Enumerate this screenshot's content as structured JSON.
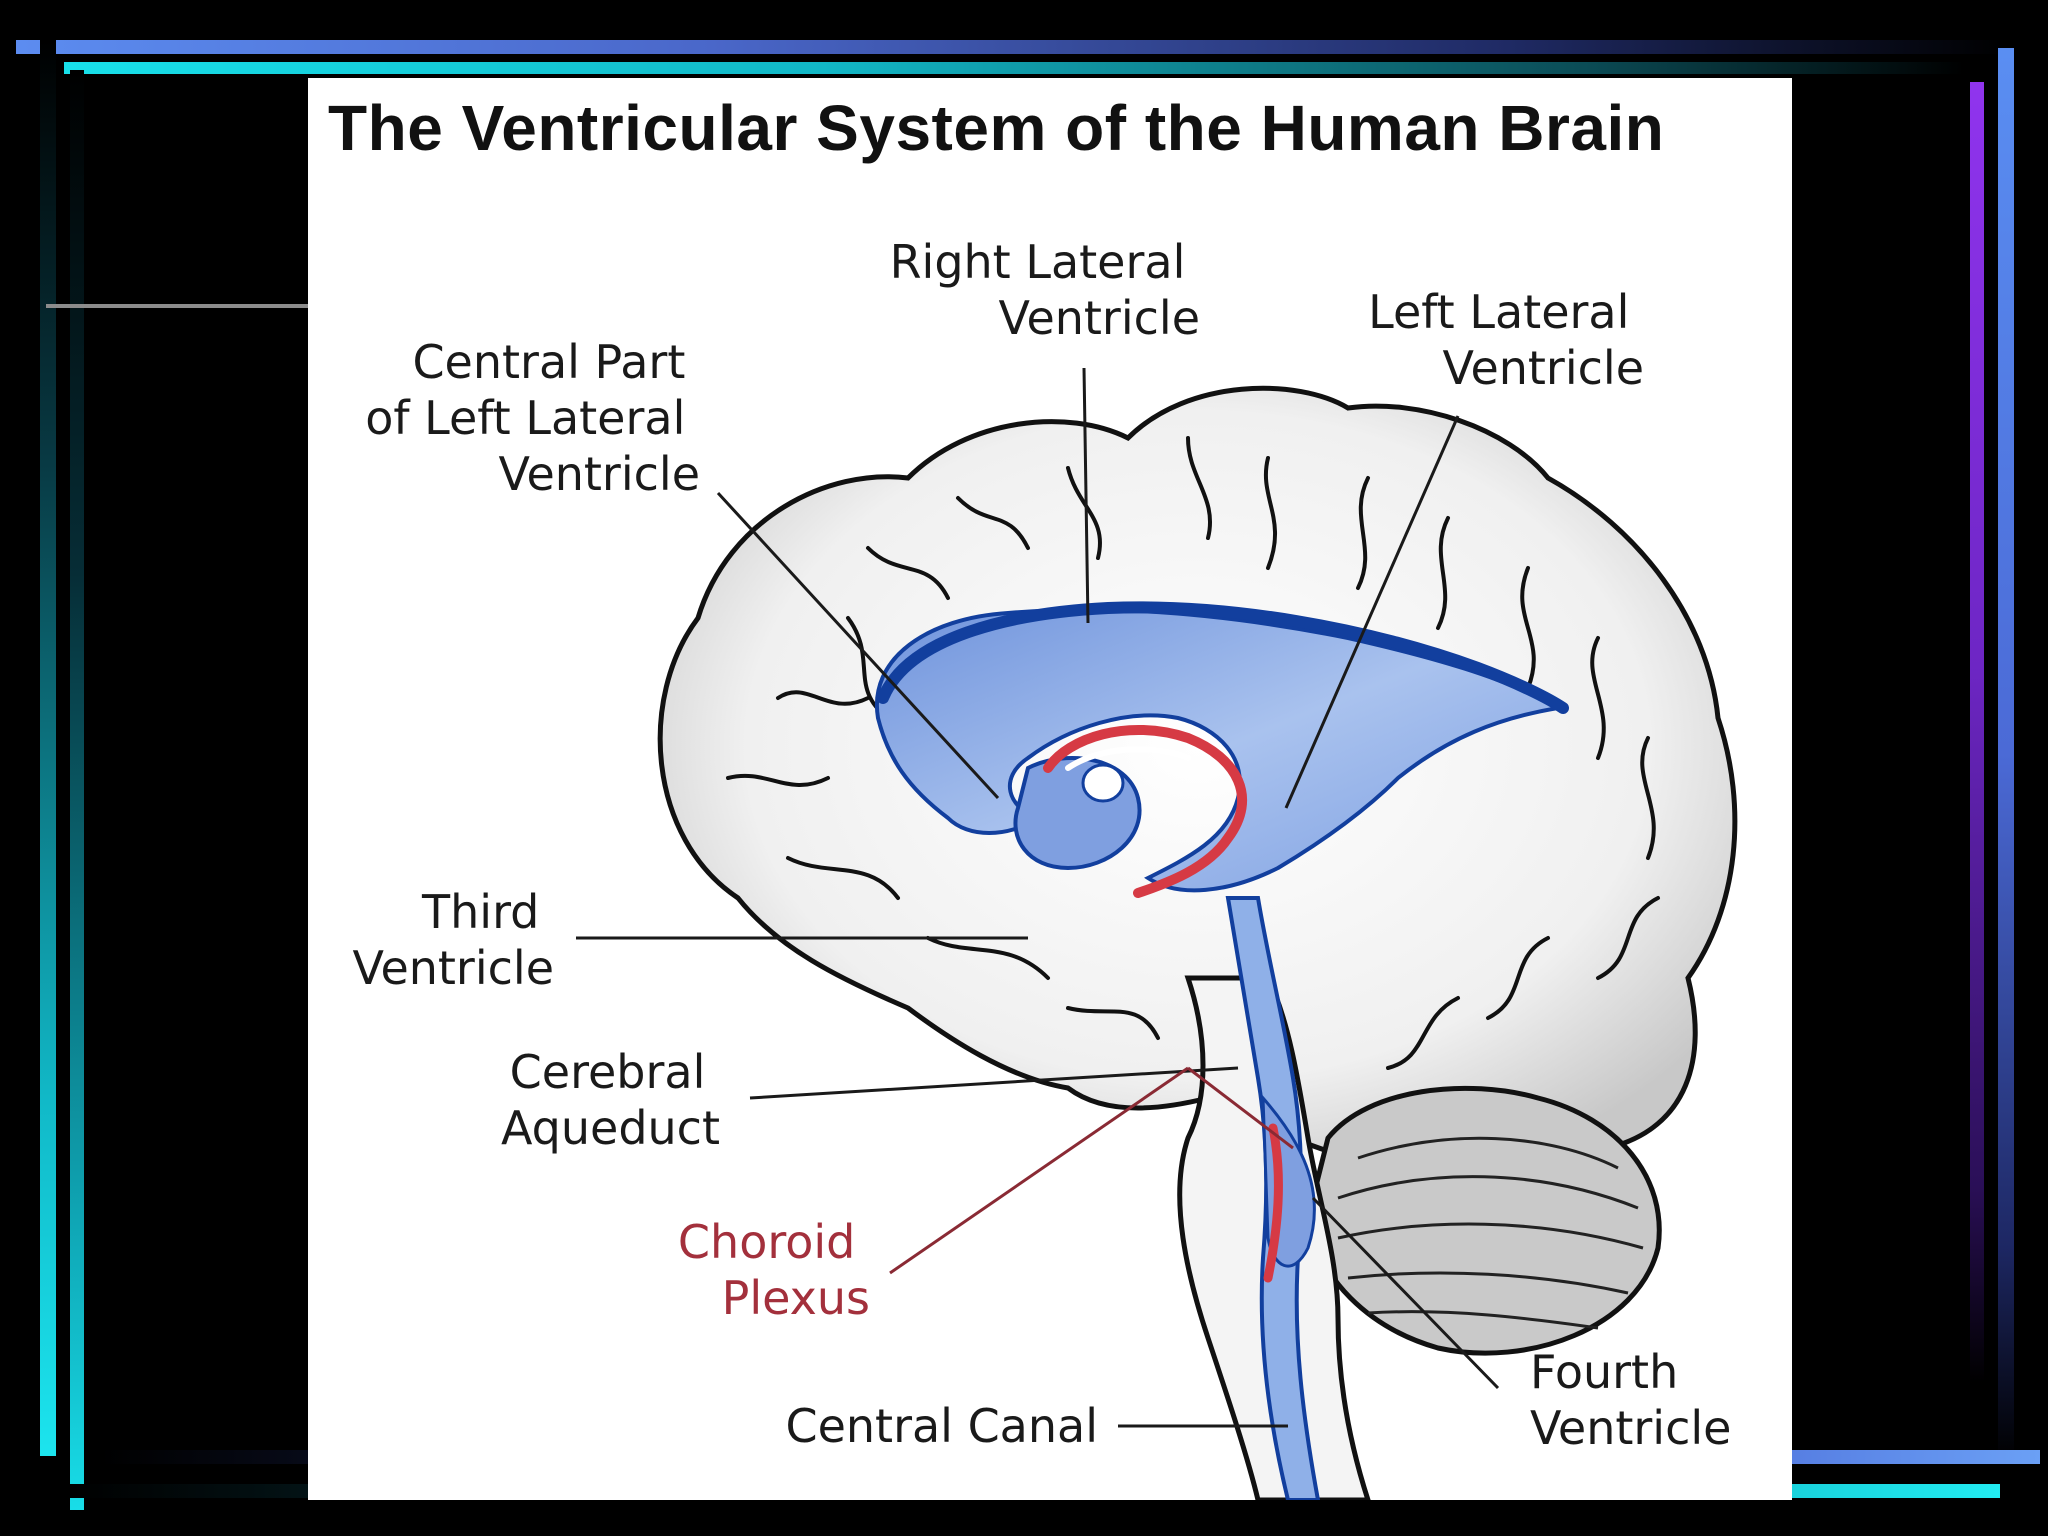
{
  "diagram": {
    "title": "The Ventricular System of the Human Brain",
    "labels": {
      "central_part": [
        "Central Part",
        "of Left Lateral",
        "Ventricle"
      ],
      "right_lateral": [
        "Right Lateral",
        "Ventricle"
      ],
      "left_lateral": [
        "Left Lateral",
        "Ventricle"
      ],
      "third": [
        "Third",
        "Ventricle"
      ],
      "cerebral_aqueduct": [
        "Cerebral",
        "Aqueduct"
      ],
      "choroid_plexus": [
        "Choroid",
        "Plexus"
      ],
      "central_canal": [
        "Central Canal"
      ],
      "fourth": [
        "Fourth",
        "Ventricle"
      ]
    }
  },
  "colors": {
    "background": "#000000",
    "panel": "#ffffff",
    "ventricle_fill": "#8fb0e8",
    "ventricle_edge": "#123f9e",
    "choroid_plexus": "#d63a44",
    "brain_fill": "#e6e6e6",
    "brain_outline": "#111111",
    "frame_cyan": "#18e0ea",
    "frame_blue": "#5c8cf0",
    "frame_purple": "#9034ee"
  }
}
